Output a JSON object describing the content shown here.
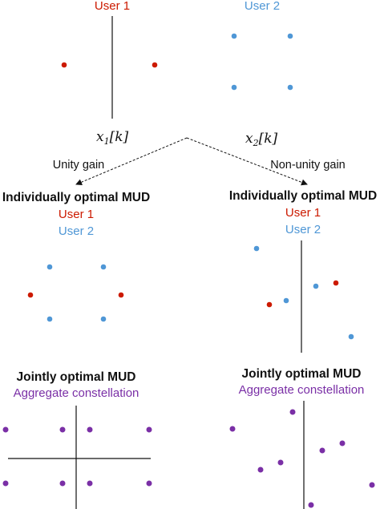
{
  "colors": {
    "user1": "#cc1a00",
    "user2": "#4f97d6",
    "aggregate": "#7a2fa6",
    "line": "#111111",
    "text": "#111111"
  },
  "top": {
    "user1_label": "User 1",
    "user2_label": "User 2",
    "signal1_base": "x",
    "signal1_sub": "1",
    "signal1_arg": "[k]",
    "signal2_base": "x",
    "signal2_sub": "2",
    "signal2_arg": "[k]"
  },
  "branches": {
    "left_label": "Unity gain",
    "right_label": "Non-unity gain"
  },
  "left": {
    "title": "Individually optimal MUD",
    "user1": "User 1",
    "user2": "User 2",
    "joint_title": "Jointly optimal MUD",
    "joint_subtitle": "Aggregate constellation"
  },
  "right": {
    "title": "Individually optimal MUD",
    "user1": "User 1",
    "user2": "User 2",
    "joint_title": "Jointly optimal MUD",
    "joint_subtitle": "Aggregate constellation"
  }
}
